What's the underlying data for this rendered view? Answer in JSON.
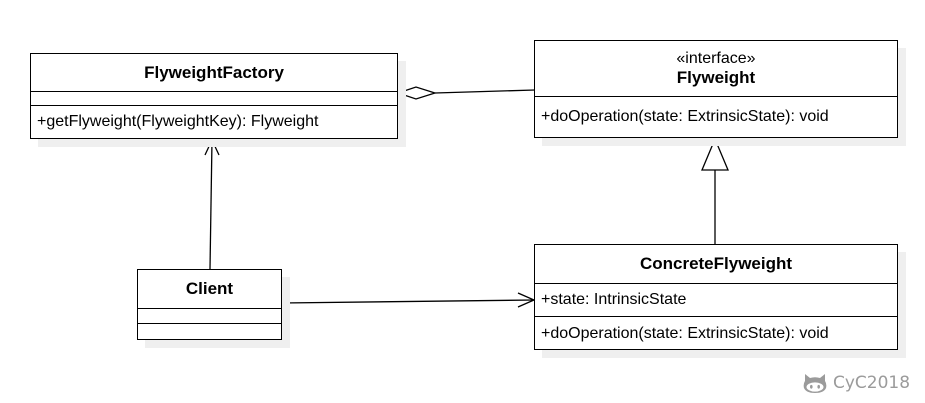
{
  "classes": {
    "factory": {
      "name": "FlyweightFactory",
      "attributes": [],
      "methods": [
        "+getFlyweight(FlyweightKey): Flyweight"
      ]
    },
    "flyweight": {
      "stereotype": "«interface»",
      "name": "Flyweight",
      "methods": [
        "+doOperation(state: ExtrinsicState): void"
      ]
    },
    "concrete": {
      "name": "ConcreteFlyweight",
      "attributes": [
        "+state: IntrinsicState"
      ],
      "methods": [
        "+doOperation(state: ExtrinsicState): void"
      ]
    },
    "client": {
      "name": "Client",
      "attributes": [],
      "methods": []
    }
  },
  "relations": [
    {
      "from": "factory",
      "to": "flyweight",
      "kind": "aggregation"
    },
    {
      "from": "concrete",
      "to": "flyweight",
      "kind": "realization"
    },
    {
      "from": "client",
      "to": "factory",
      "kind": "association"
    },
    {
      "from": "client",
      "to": "concrete",
      "kind": "association"
    }
  ],
  "watermark": {
    "text": "CyC2018",
    "icon": "github-octocat-icon",
    "color": "#9b9b9b"
  }
}
